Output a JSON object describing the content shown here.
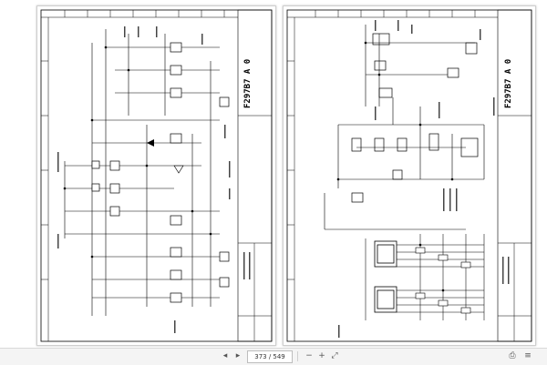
{
  "document": {
    "left_page": {
      "code": "F297B7 A 0"
    },
    "right_page": {
      "code": "F297B7 A 0"
    }
  },
  "toolbar": {
    "page_indicator": "373 / 549",
    "icons": [
      "previous-icon",
      "next-icon",
      "zoom-out-icon",
      "zoom-in-icon",
      "fit-page-icon",
      "print-icon",
      "menu-icon"
    ]
  }
}
